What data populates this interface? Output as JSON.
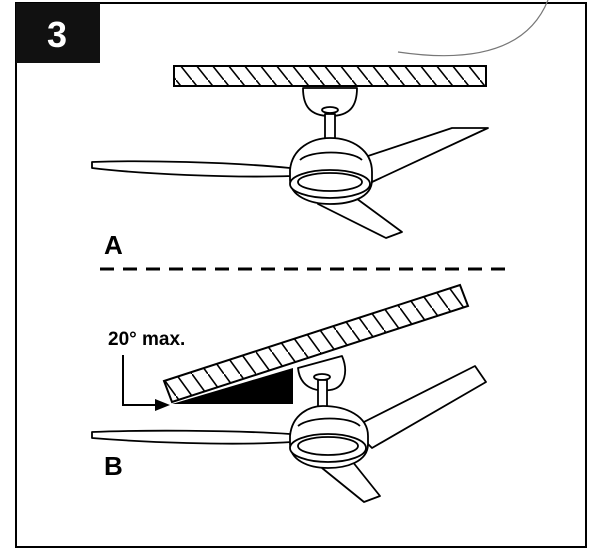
{
  "step": {
    "number": "3"
  },
  "diagram_a": {
    "label": "A"
  },
  "diagram_b": {
    "label": "B",
    "angle_note": "20° max."
  }
}
